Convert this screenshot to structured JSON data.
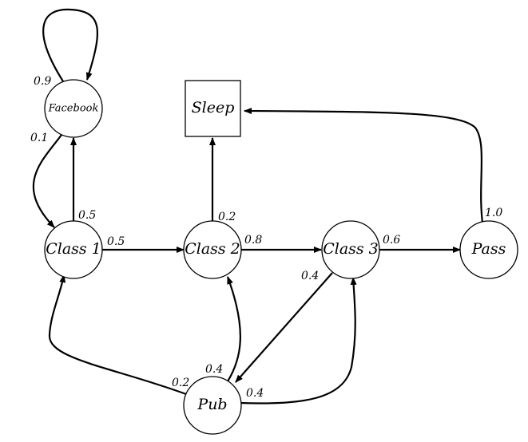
{
  "nodes": {
    "facebook": "Facebook",
    "sleep": "Sleep",
    "class1": "Class 1",
    "class2": "Class 2",
    "class3": "Class 3",
    "pass": "Pass",
    "pub": "Pub"
  },
  "edges": {
    "facebook_self": "0.9",
    "facebook_to_class1": "0.1",
    "class1_to_facebook": "0.5",
    "class1_to_class2": "0.5",
    "class2_to_sleep": "0.2",
    "class2_to_class3": "0.8",
    "class3_to_pass": "0.6",
    "class3_to_pub": "0.4",
    "pass_to_sleep": "1.0",
    "pub_to_class1": "0.2",
    "pub_to_class2": "0.4",
    "pub_to_class3": "0.4"
  }
}
